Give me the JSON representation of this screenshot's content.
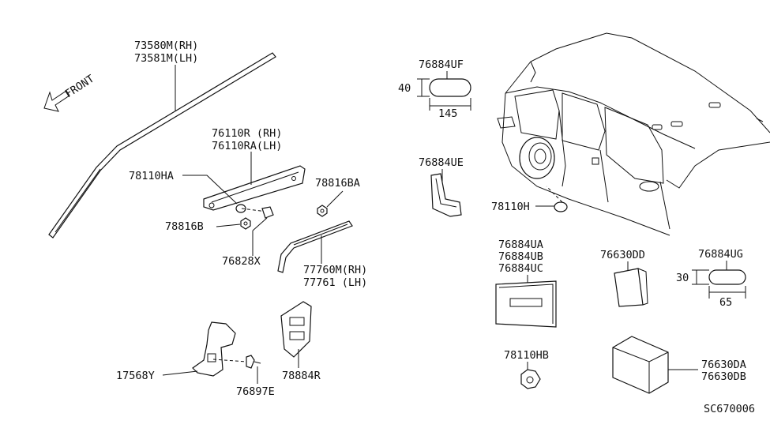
{
  "front_label": "FRONT",
  "labels": {
    "p73580": [
      "73580M(RH)",
      "73581M(LH)"
    ],
    "p76110": [
      "76110R (RH)",
      "76110RA(LH)"
    ],
    "p78110HA": "78110HA",
    "p78816BA": "78816BA",
    "p78816B": "78816B",
    "p76828X": "76828X",
    "p77760": [
      "77760M(RH)",
      "77761 (LH)"
    ],
    "p17568Y": "17568Y",
    "p76897E": "76897E",
    "p78884R": "78884R",
    "p76884UF": "76884UF",
    "dim40": "40",
    "dim145": "145",
    "p76884UE": "76884UE",
    "p78110H": "78110H",
    "p76884UA": [
      "76884UA",
      "76884UB",
      "76884UC"
    ],
    "p76630DD": "76630DD",
    "p76884UG": "76884UG",
    "dim30": "30",
    "dim65": "65",
    "p78110HB": "78110HB",
    "p76630DA": [
      "76630DA",
      "76630DB"
    ],
    "diagram_code": "SC670006"
  }
}
